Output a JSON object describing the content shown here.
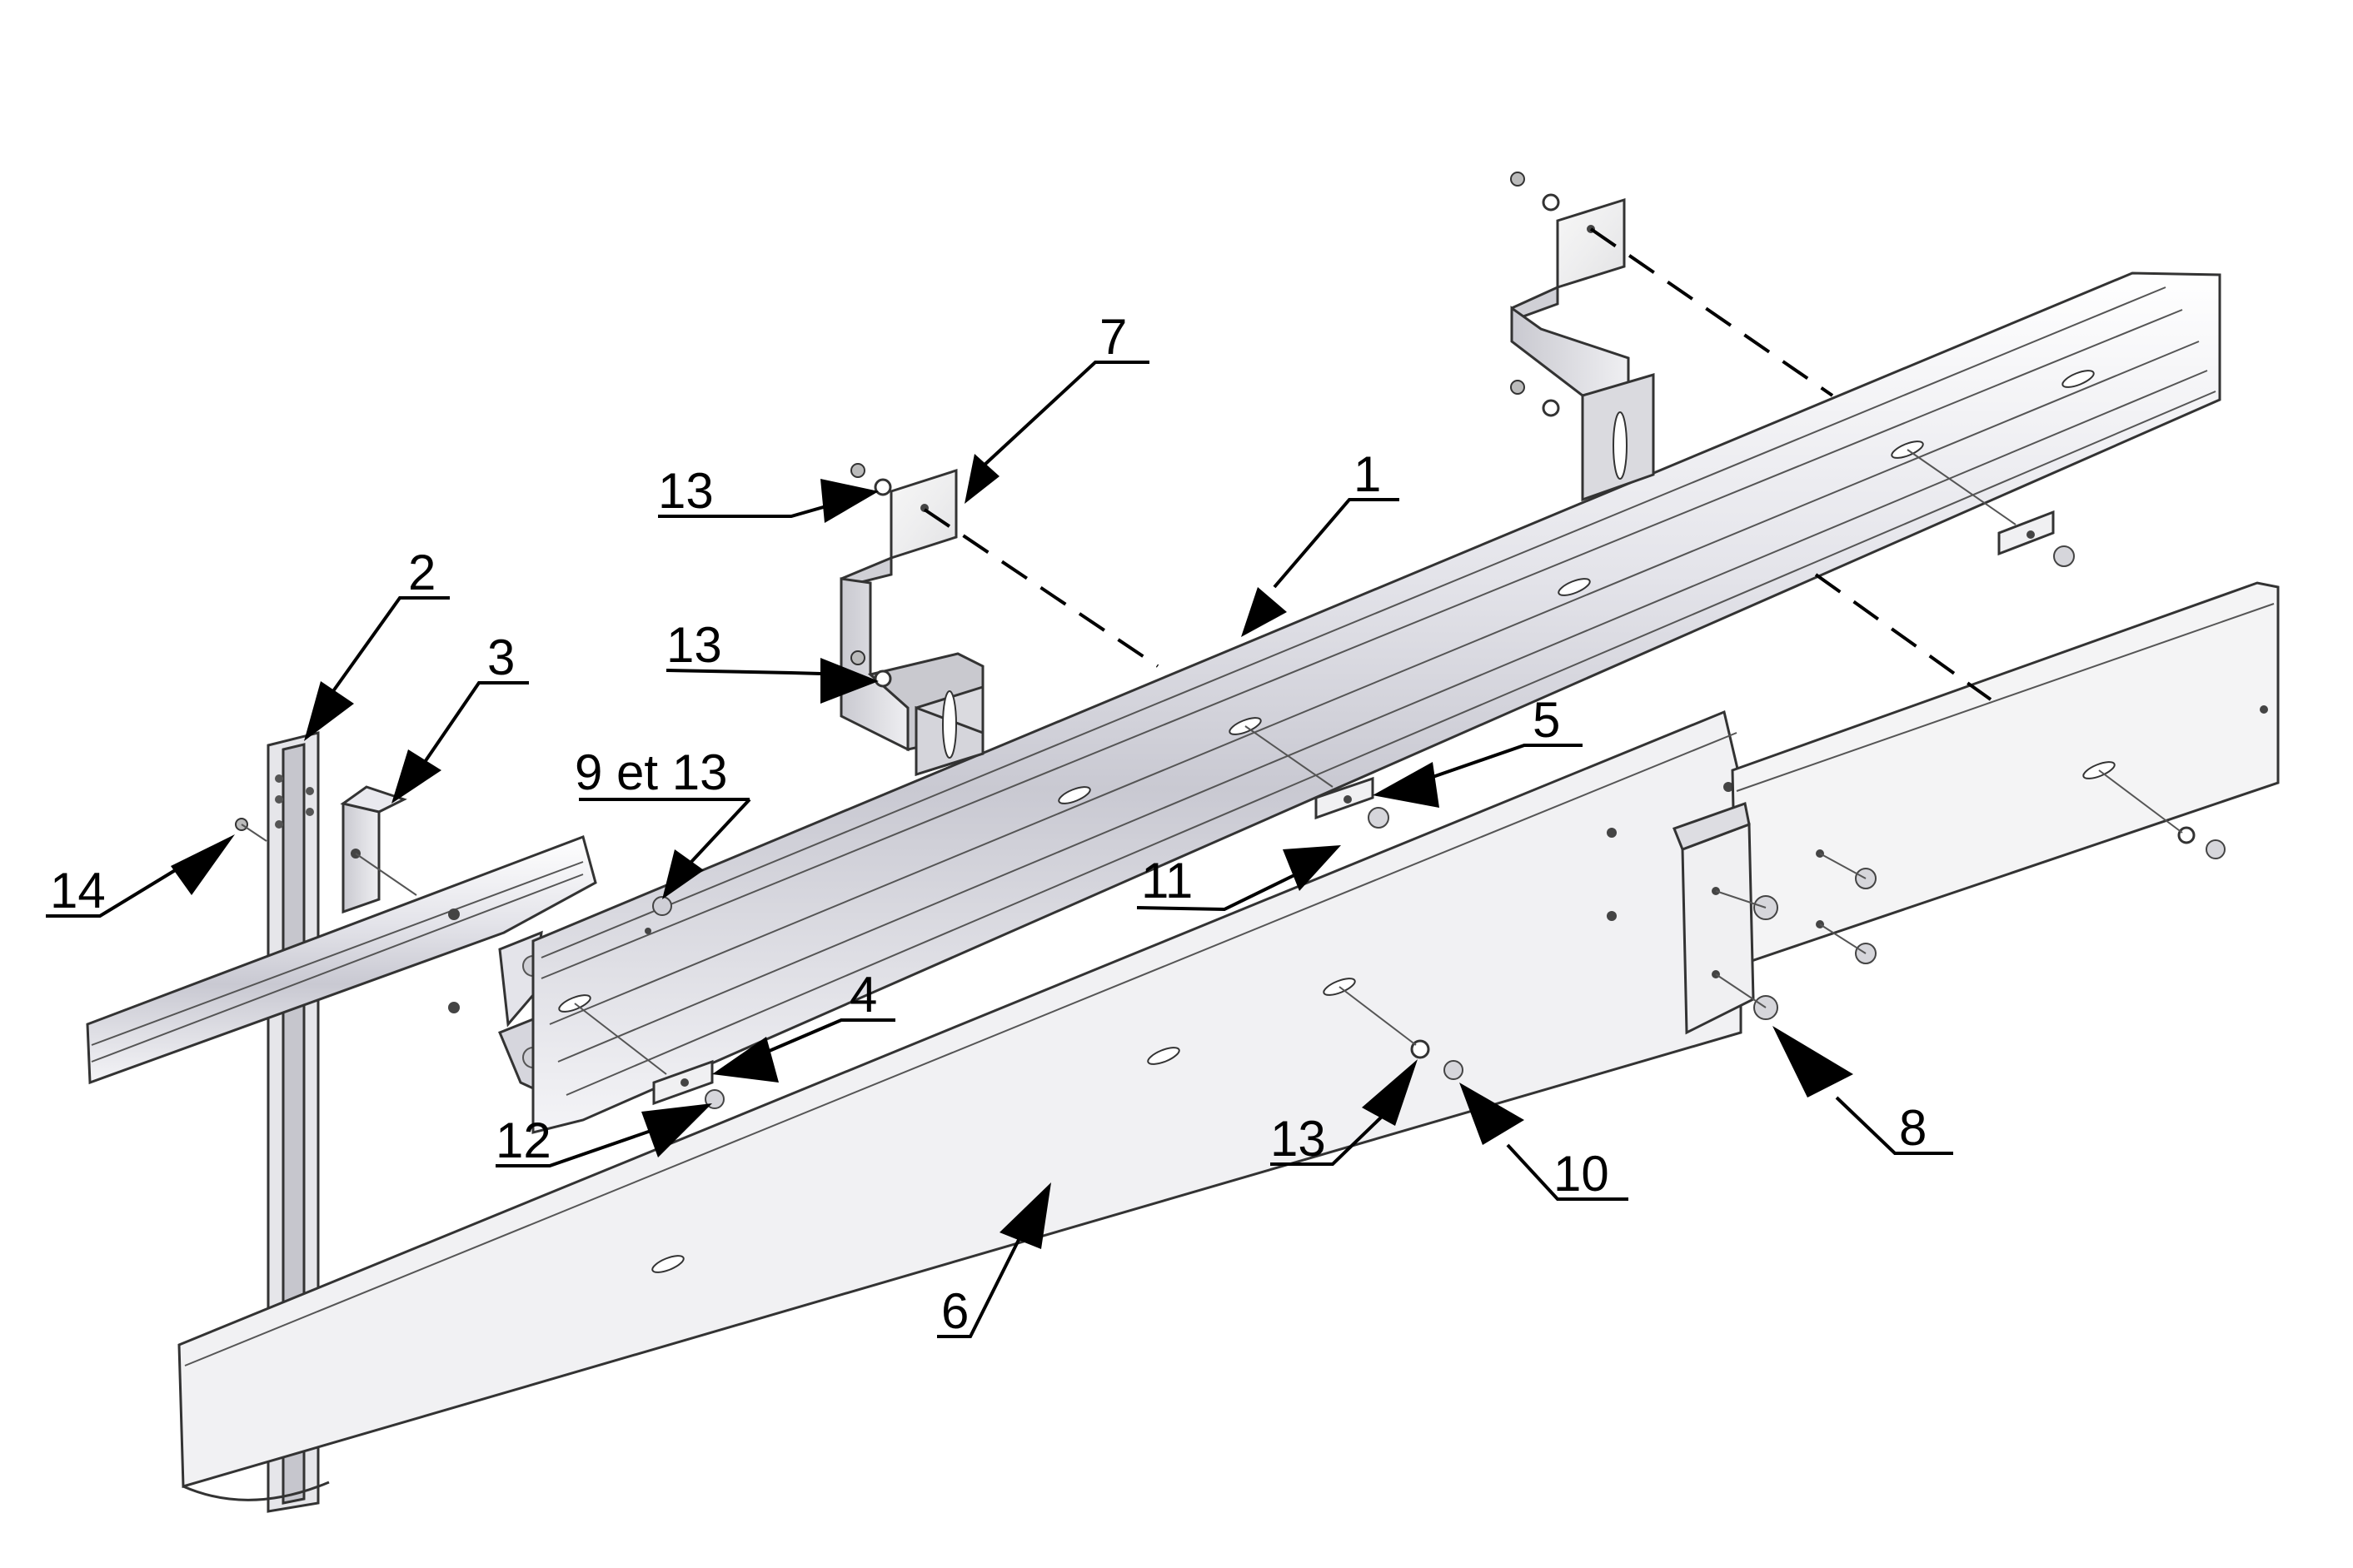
{
  "labels": {
    "l1": "1",
    "l2": "2",
    "l3": "3",
    "l4": "4",
    "l5": "5",
    "l6": "6",
    "l7": "7",
    "l8": "8",
    "l9": "9 et 13",
    "l10": "10",
    "l11": "11",
    "l12": "12",
    "l13a": "13",
    "l13b": "13",
    "l13c": "13",
    "l14": "14"
  },
  "colors": {
    "metal_light": "#f1f1f4",
    "metal_mid": "#d9d9df",
    "metal_dark": "#a9a9b2",
    "bracket": "#dcdce2",
    "line": "#000000"
  }
}
